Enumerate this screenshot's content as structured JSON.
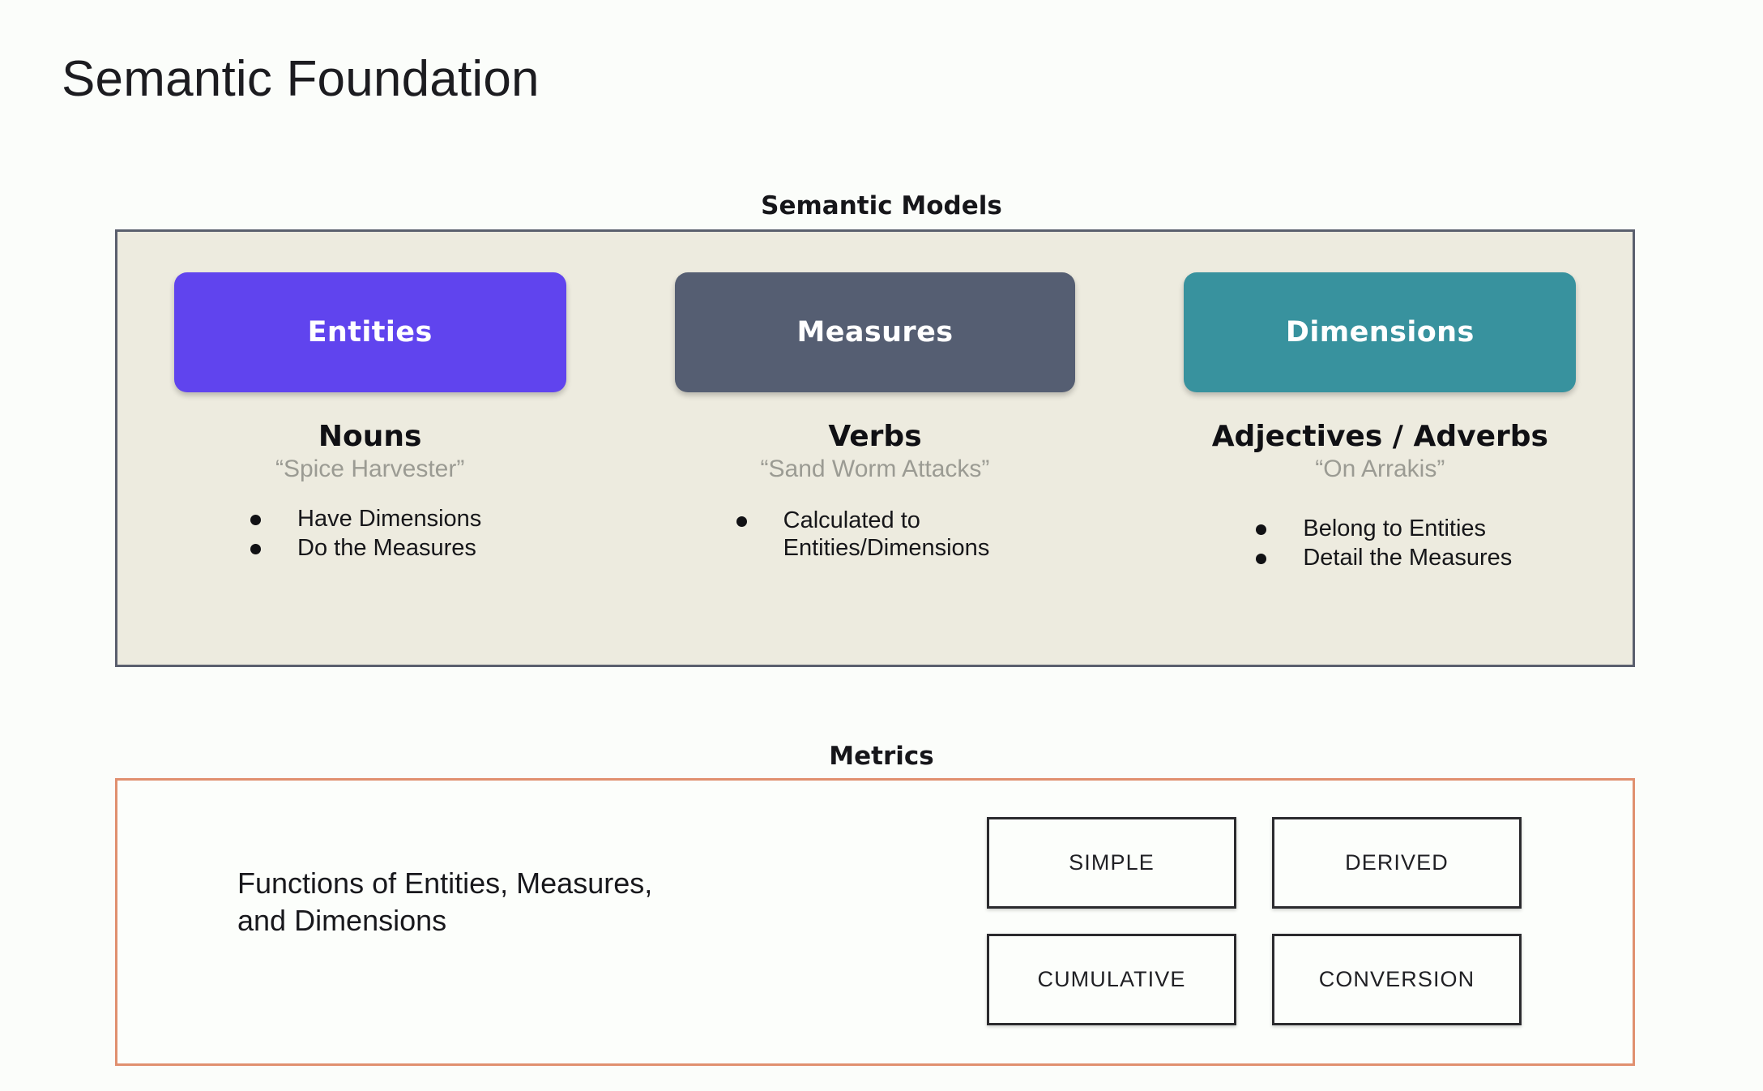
{
  "slide": {
    "title": "Semantic Foundation",
    "background_color": "#FBFDFA"
  },
  "semantic_models": {
    "caption": "Semantic Models",
    "panel_bg": "#EDEBDF",
    "panel_border": "#5A5F6D",
    "columns": [
      {
        "card_label": "Entities",
        "card_color": "#6044EE",
        "part_of_speech": "Nouns",
        "example": "“Spice Harvester”",
        "bullets": [
          "Have Dimensions",
          "Do the Measures"
        ]
      },
      {
        "card_label": "Measures",
        "card_color": "#555E72",
        "part_of_speech": "Verbs",
        "example": "“Sand Worm Attacks”",
        "bullets": [
          "Calculated to\nEntities/Dimensions"
        ]
      },
      {
        "card_label": "Dimensions",
        "card_color": "#38929E",
        "part_of_speech": "Adjectives / Adverbs",
        "example": "“On Arrakis”",
        "bullets": [
          "Belong to Entities",
          "Detail the Measures"
        ]
      }
    ]
  },
  "metrics": {
    "caption": "Metrics",
    "panel_border": "#E0906F",
    "description": "Functions of Entities, Measures,\nand Dimensions",
    "types": [
      "SIMPLE",
      "DERIVED",
      "CUMULATIVE",
      "CONVERSION"
    ]
  }
}
